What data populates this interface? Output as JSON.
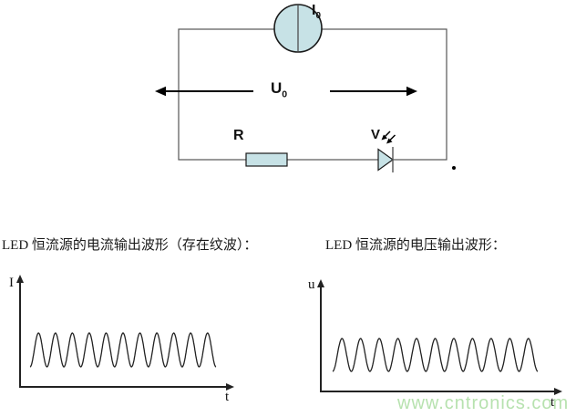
{
  "circuit": {
    "current_source_label": {
      "base": "I",
      "sub": "0"
    },
    "voltage_label": {
      "base": "U",
      "sub": "0"
    },
    "resistor_label": "R",
    "diode_label": "V",
    "component_fill_color": "#c7e2e6",
    "wire_color": "#555555",
    "arrow_color": "#000000"
  },
  "captions": {
    "left": "LED 恒流源的电流输出波形（存在纹波）：",
    "right": "LED 恒流源的电压输出波形："
  },
  "chart_data": [
    {
      "type": "line",
      "title": "LED 恒流源的电流输出波形（存在纹波）",
      "xlabel": "t",
      "ylabel": "I",
      "waveform": "sine-ripple",
      "cycles": 11,
      "baseline_relative": 0.34,
      "ripple_amplitude_relative": 0.15,
      "x_range": [
        0,
        1
      ],
      "x_ticks": [],
      "y_ticks": [],
      "grid": false,
      "legend": false
    },
    {
      "type": "line",
      "title": "LED 恒流源的电压输出波形",
      "xlabel": "t",
      "ylabel": "u",
      "waveform": "sine-ripple",
      "cycles": 11,
      "baseline_relative": 0.33,
      "ripple_amplitude_relative": 0.15,
      "x_range": [
        0,
        1
      ],
      "x_ticks": [],
      "y_ticks": [],
      "grid": false,
      "legend": false
    }
  ],
  "watermark": {
    "text": "www.cntronics.com",
    "color": "#b7e2af"
  }
}
